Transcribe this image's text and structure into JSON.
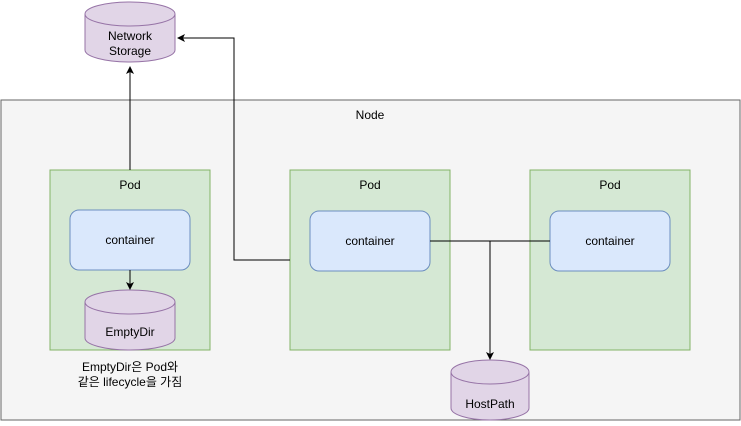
{
  "node": {
    "label": "Node"
  },
  "network_storage": {
    "line1": "Network",
    "line2": "Storage"
  },
  "pods": [
    {
      "label": "Pod",
      "container": "container"
    },
    {
      "label": "Pod",
      "container": "container"
    },
    {
      "label": "Pod",
      "container": "container"
    }
  ],
  "emptydir": {
    "label": "EmptyDir"
  },
  "hostpath": {
    "label": "HostPath"
  },
  "note": {
    "line1": "EmptyDir은 Pod와",
    "line2": "같은 lifecycle을 가짐"
  },
  "colors": {
    "node_fill": "#f5f5f5",
    "node_stroke": "#666666",
    "pod_fill": "#d5e8d4",
    "pod_stroke": "#82b366",
    "container_fill": "#dae8fc",
    "container_stroke": "#6c8ebf",
    "storage_fill": "#e1d5e7",
    "storage_stroke": "#9673a6",
    "edge": "#000000"
  }
}
